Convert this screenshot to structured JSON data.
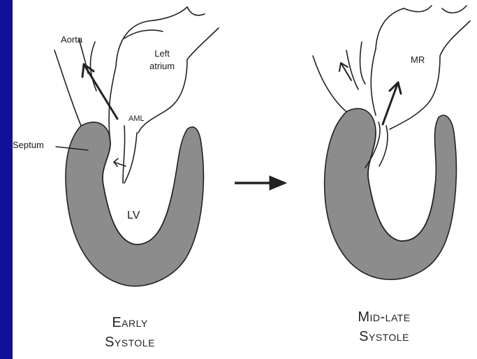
{
  "diagram": {
    "early": {
      "aorta_label": "Aorta",
      "left_atrium_label": "Left\natrium",
      "aml_label": "AML",
      "septum_label": "Septum",
      "lv_label": "LV",
      "caption_line1": "Early",
      "caption_line2": "Systole"
    },
    "late": {
      "mr_label": "MR",
      "caption_line1": "Mid-late",
      "caption_line2": "Systole"
    },
    "colors": {
      "background": "#10109a",
      "panel": "#ffffff",
      "myocardium": "#8a8a8a",
      "outline": "#222222"
    }
  }
}
